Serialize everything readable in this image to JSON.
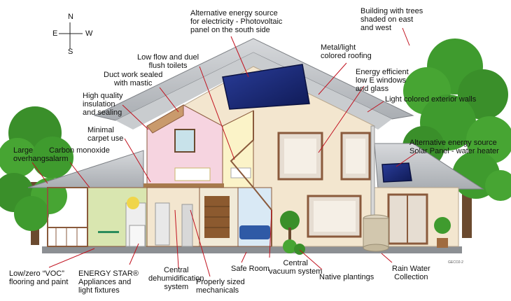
{
  "compass": {
    "north": "N",
    "south": "S",
    "east": "E",
    "west": "W"
  },
  "labels": {
    "photovoltaic": "Alternative energy source\nfor electricity - Photovoltaic\npanel on the south side",
    "trees": "Building with trees\nshaded on east\nand west",
    "toilets": "Low flow and duel\nflush toilets",
    "roofing": "Metal/light\ncolored roofing",
    "ductwork": "Duct work sealed\nwith mastic",
    "windows": "Energy efficient\nlow E windows\nand glass",
    "insulation": "High quality\ninsulation\nand sealing",
    "walls": "Light colored exterior walls",
    "carpet": "Minimal\ncarpet use",
    "overhangs": "Large\noverhangs",
    "carbon_monoxide": "Carbon monoxide\nalarm",
    "water_heater": "Alternative energy source\nSolar Panel - water heater",
    "voc": "Low/zero “VOC”\nflooring and paint",
    "energy_star": "ENERGY STAR®\nAppliances and\nlight fixtures",
    "dehumidification": "Central\ndehumidification\nsystem",
    "mechanicals": "Properly sized\nmechanicals",
    "safe_room": "Safe Room",
    "vacuum": "Central\nvacuum system",
    "plantings": "Native plantings",
    "rain_water": "Rain Water\nCollection"
  },
  "credit": "GECO2-2",
  "colors": {
    "roof": "#b9bcc0",
    "wall": "#f3e6cf",
    "trim": "#8a5a3c",
    "solar_panel": "#1a2a78",
    "tree_green": "#3f9b2e",
    "leader_red": "#c1121f"
  }
}
